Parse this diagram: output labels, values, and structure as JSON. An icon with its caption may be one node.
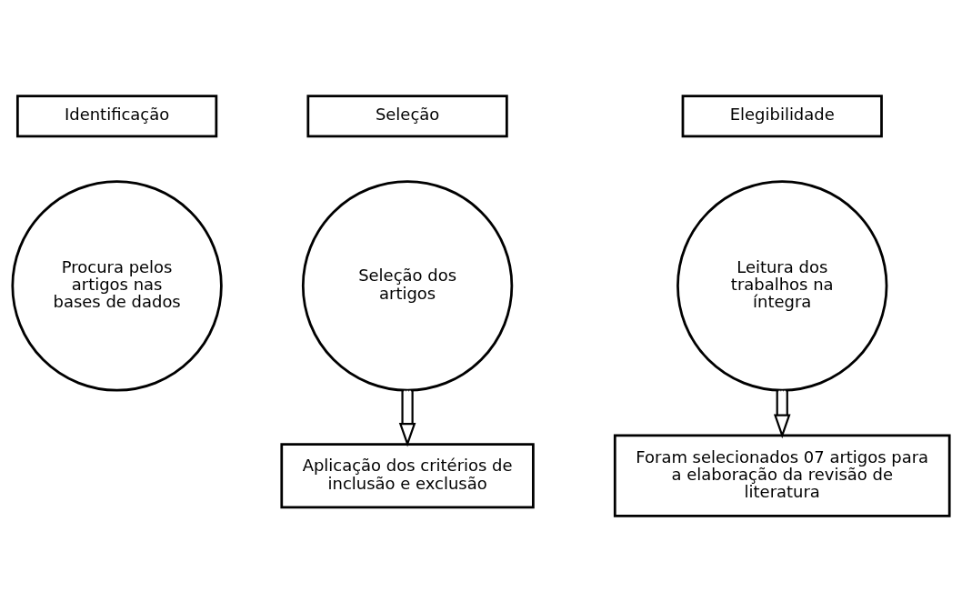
{
  "diagram": {
    "nodes": [
      {
        "text": [
          "Identificação"
        ]
      },
      {
        "text": [
          "Seleção"
        ]
      },
      {
        "text": [
          "Elegibilidade"
        ]
      },
      {
        "text": [
          "Procura pelos artigos nas bases de dados"
        ]
      },
      {
        "text": [
          "Seleção dos artigos"
        ]
      },
      {
        "text": [
          "Leitura dos trabalhos na íntegra"
        ]
      },
      {
        "text": [
          "Aplicação dos critérios de inclusão e exclusão"
        ]
      },
      {
        "text": [
          "Foram selecionados 07 artigos para a elaboração da revisão de literatura"
        ]
      }
    ],
    "edges": [
      {
        "from": 4,
        "to": 6,
        "arrow": "to"
      },
      {
        "from": 5,
        "to": 7,
        "arrow": "to"
      }
    ]
  }
}
